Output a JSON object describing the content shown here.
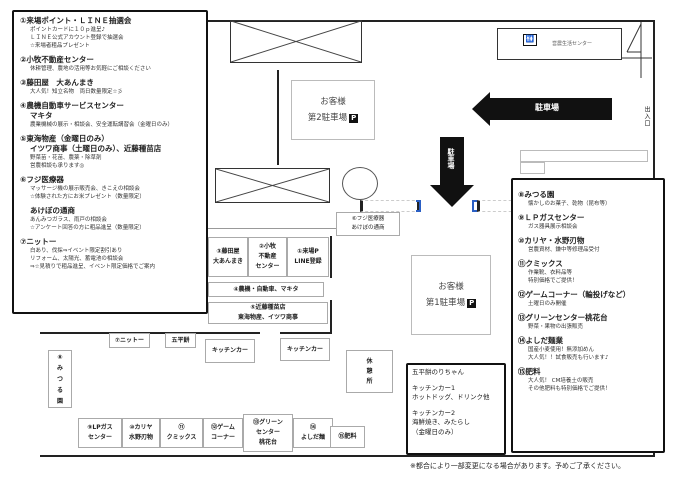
{
  "left_panel": {
    "sections": [
      {
        "title": "①来場ポイント・ＬＩＮＥ抽選会",
        "lines": [
          "ポイントカードに１０ｐ進呈♪",
          "ＬＩＮＥ公式アカウント登録で抽選会",
          "☆来場者粗品プレゼント"
        ]
      },
      {
        "title": "②小牧不動産センター",
        "lines": [
          "休耕管理、農地の活用等お気軽にご相談ください"
        ]
      },
      {
        "title": "③藤田屋　大あんまき",
        "lines": [
          "大人気！知立名物　両日数量限定☆彡"
        ]
      },
      {
        "title": "④農機自動車サービスセンター",
        "title2": "マキタ",
        "lines": [
          "農業機械の展示・相談会、安全運転講習会（金曜日のみ）"
        ]
      },
      {
        "title": "⑤東海物産（金曜日のみ）",
        "title2": "イツワ商事（土曜日のみ）、近藤種苗店",
        "lines": [
          "野菜苗・花苗、農薬・除草剤",
          "営農相談も承ります◎"
        ]
      },
      {
        "title": "⑥フジ医療器",
        "lines": [
          "マッサージ機の展示販売会、きこえの相談会",
          "☆体験された方にお米プレゼント（数量限定）"
        ]
      },
      {
        "title": "あけぼの通商",
        "lines": [
          "あんみつガラス、雨戸の相談会",
          "☆アンケート回答の方に粗品進呈（数量限定）"
        ]
      },
      {
        "title": "⑦ニットー",
        "lines": [
          "白あり、伐採⇒イベント限定割引あり",
          "リフォーム、太陽光、蓄電池の相談会",
          "⇒☆見積りで粗品進呈、イベント限定価格でご案内"
        ]
      }
    ]
  },
  "right_panel": {
    "sections": [
      {
        "title": "⑧みつる園",
        "lines": [
          "懐かしのお菓子、乾物（昆布等）"
        ]
      },
      {
        "title": "⑨ＬＰガスセンター",
        "lines": [
          "ガス器具展示相談会"
        ]
      },
      {
        "title": "⑩カリヤ・水野刃物",
        "lines": [
          "営農資材、鎌中等修理品受付"
        ]
      },
      {
        "title": "⑪クミックス",
        "lines": [
          "作業靴、衣料品等",
          "特別価格でご提供！"
        ]
      },
      {
        "title": "⑫ゲームコーナー（輪投げなど）",
        "lines": [
          "土曜日のみ開催"
        ]
      },
      {
        "title": "⑬グリーンセンター桃花台",
        "lines": [
          "野菜・果物の出張販売"
        ]
      },
      {
        "title": "⑭よしだ麺業",
        "lines": [
          "国産小麦使用！無添加めん",
          "大人気！！試食販売も行います♪"
        ]
      },
      {
        "title": "⑮肥料",
        "lines": [
          "大人気！ CM培養土の販売",
          "その他肥料も特別価格でご提供！"
        ]
      }
    ]
  },
  "kitchen_panel": {
    "lines": [
      "五平餅のりちゃん",
      "",
      "キッチンカー1",
      "ホットドッグ、ドリンク他",
      "",
      "キッチンカー2",
      "海鮮焼き、みたらし",
      "（金曜日のみ）"
    ]
  },
  "map": {
    "parking2": {
      "line1": "お客様",
      "line2": "第2駐車場",
      "mark": "P"
    },
    "parking1": {
      "line1": "お客様",
      "line2": "第1駐車場",
      "mark": "P"
    },
    "arrow_left_label": "駐車場",
    "arrow_down_label": "駐車場",
    "building_label": "営農生活センター",
    "entrance_label": "出入口",
    "booths": {
      "b1": [
        "①来場P",
        "LINE登録"
      ],
      "b2": [
        "②小牧",
        "不動産",
        "センター"
      ],
      "b3": [
        "③藤田屋",
        "大あんまき"
      ],
      "b4": [
        "④農機・自動車、マキタ"
      ],
      "b5": [
        "⑤近藤種苗店",
        "東海物産、イツワ商事"
      ],
      "b6": [
        "⑥フジ医療器",
        "あけぼの通商"
      ],
      "b7": [
        "⑦ニットー"
      ],
      "gohei": [
        "五平餅"
      ],
      "kitchen1": [
        "キッチンカー"
      ],
      "kitchen2": [
        "キッチンカー"
      ],
      "rest": [
        "休",
        "憩",
        "所"
      ],
      "b8": [
        "⑧",
        "み",
        "つ",
        "る",
        "園"
      ],
      "b9": [
        "⑨LPガス",
        "センター"
      ],
      "b10": [
        "⑩カリヤ",
        "水野刃物"
      ],
      "b11": [
        "⑪",
        "クミックス"
      ],
      "b12": [
        "⑫ゲーム",
        "コーナー"
      ],
      "b13": [
        "⑬グリーン",
        "センター",
        "桃花台"
      ],
      "b14": [
        "⑭",
        "よしだ麺"
      ],
      "b15": [
        "⑮肥料"
      ]
    }
  },
  "footnote": "※都合により一部変更になる場合があります。予めご了承ください。",
  "colors": {
    "bracket": "#2a5fc4",
    "ink": "#111111"
  }
}
